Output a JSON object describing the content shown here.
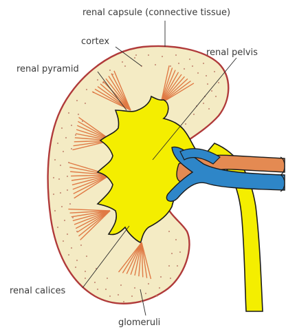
{
  "diagram": {
    "labels": {
      "capsule": "renal capsule (connective tissue)",
      "cortex": "cortex",
      "pelvis": "renal pelvis",
      "pyramid": "renal pyramid",
      "calices": "renal calices",
      "glomeruli": "glomeruli"
    },
    "colors": {
      "capsule": "#b03a3a",
      "cortex": "#f4ebc4",
      "dots": "#c8927a",
      "pelvis": "#f4ee00",
      "pyramid": "#e07a45",
      "vein": "#2e86c8",
      "artery": "#e48a52",
      "outline": "#1a1a1a"
    }
  }
}
